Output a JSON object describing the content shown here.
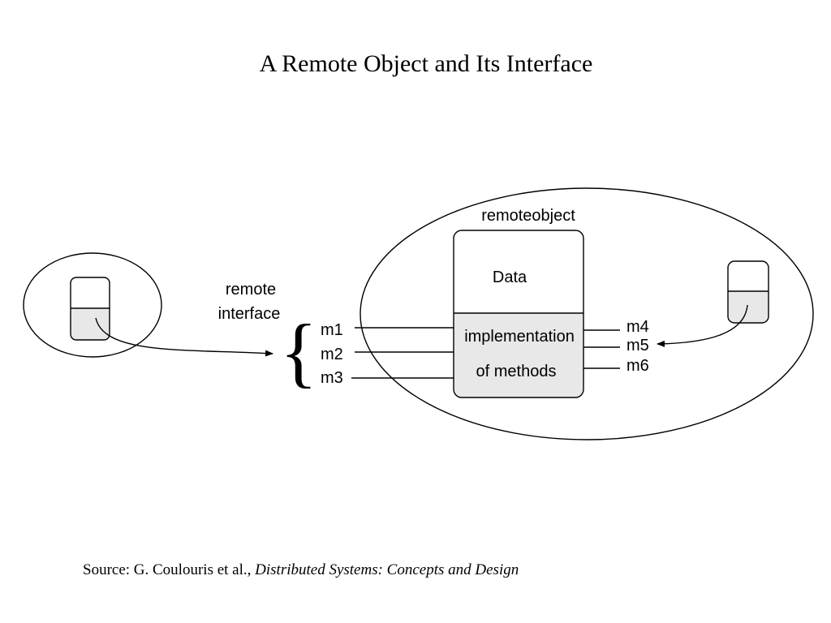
{
  "title": "A Remote Object and Its Interface",
  "remote_interface_label": [
    "remote",
    "interface"
  ],
  "remote_object_label": "remoteobject",
  "data_label": "Data",
  "implementation_label": [
    "implementation",
    "of methods"
  ],
  "interface_methods": [
    "m1",
    "m2",
    "m3"
  ],
  "other_methods": [
    "m4",
    "m5",
    "m6"
  ],
  "source": {
    "prefix": "Source: G. Coulouris et al., ",
    "book": "Distributed Systems: Concepts and Design"
  },
  "colors": {
    "stroke": "#000000",
    "shaded": "#e8e8e8",
    "background": "#ffffff"
  }
}
